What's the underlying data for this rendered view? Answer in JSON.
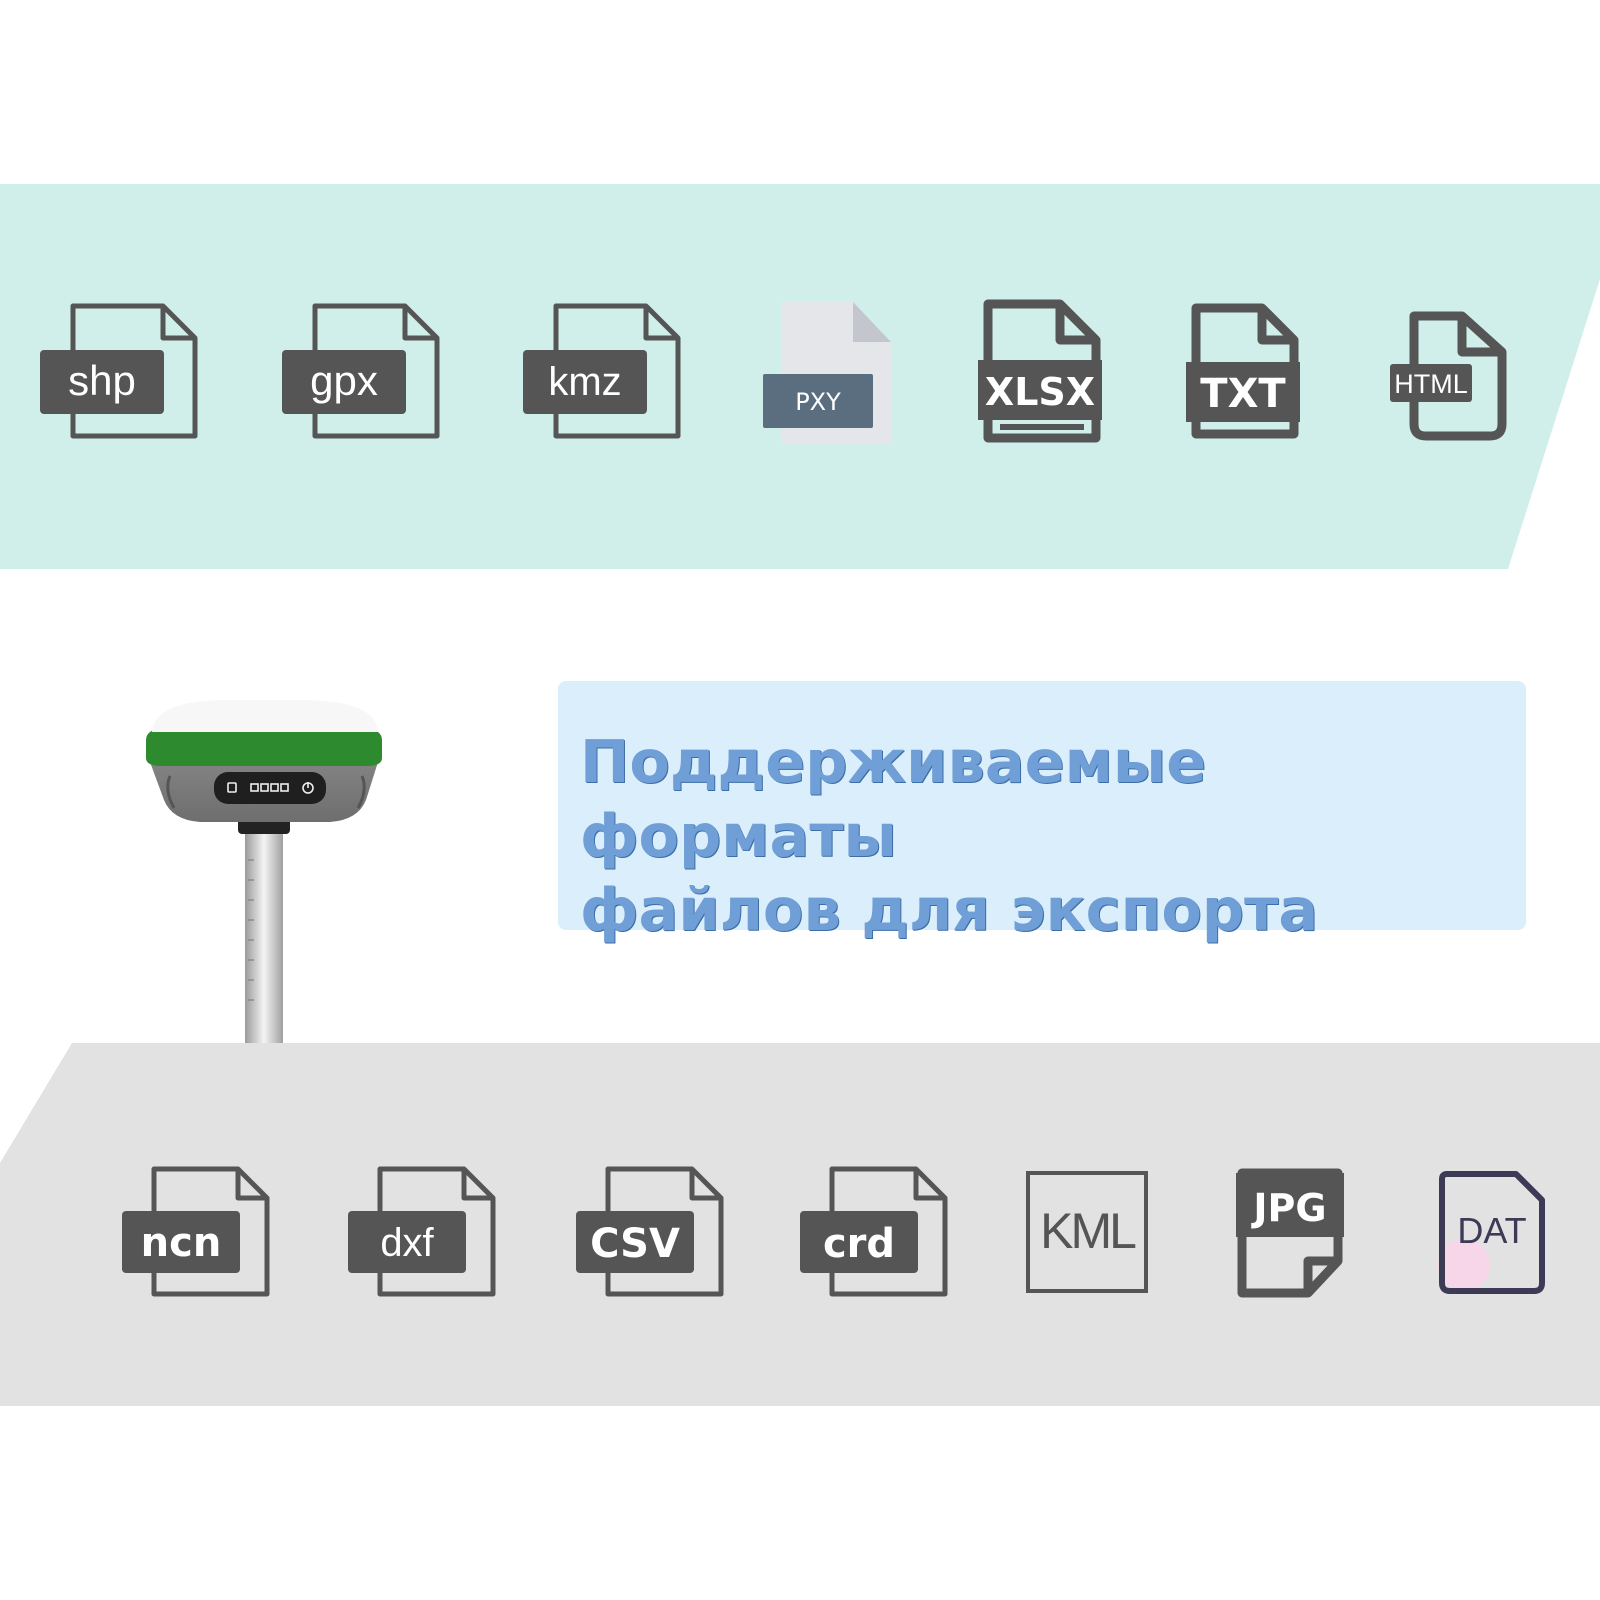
{
  "heading": {
    "line1": "Поддерживаемые форматы",
    "line2": "файлов для экспорта"
  },
  "formats_top": [
    {
      "label": "shp",
      "icon": "shp-file-icon"
    },
    {
      "label": "gpx",
      "icon": "gpx-file-icon"
    },
    {
      "label": "kmz",
      "icon": "kmz-file-icon"
    },
    {
      "label": "PXY",
      "icon": "pxy-file-icon"
    },
    {
      "label": "XLSX",
      "icon": "xlsx-file-icon"
    },
    {
      "label": "TXT",
      "icon": "txt-file-icon"
    },
    {
      "label": "HTML",
      "icon": "html-file-icon"
    }
  ],
  "formats_bottom": [
    {
      "label": "ncn",
      "icon": "ncn-file-icon"
    },
    {
      "label": "dxf",
      "icon": "dxf-file-icon"
    },
    {
      "label": "CSV",
      "icon": "csv-file-icon"
    },
    {
      "label": "crd",
      "icon": "crd-file-icon"
    },
    {
      "label": "KML",
      "icon": "kml-file-icon"
    },
    {
      "label": "JPG",
      "icon": "jpg-file-icon"
    },
    {
      "label": "DAT",
      "icon": "dat-file-icon"
    }
  ],
  "colors": {
    "top_band": "#d0eeea",
    "bottom_band": "#e2e2e2",
    "heading_box": "#dbeefb",
    "heading_text": "#6f9fd6",
    "icon_gray": "#555555",
    "pxy_label": "#5a6e80",
    "dat_outline": "#3c3a55",
    "receiver_green": "#2e8a2e"
  }
}
